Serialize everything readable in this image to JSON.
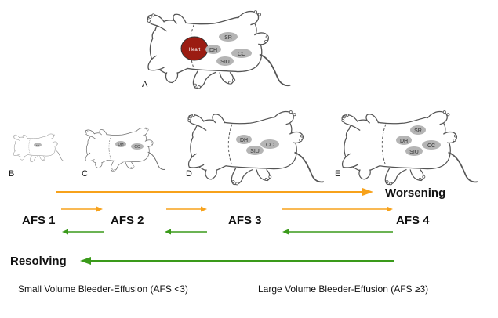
{
  "panels": {
    "a": {
      "letter": "A",
      "regions": {
        "heart": "Heart",
        "sr": "SR",
        "dh": "DH",
        "cc": "CC",
        "siu": "SIU"
      }
    },
    "b": {
      "letter": "B",
      "regions": {
        "sr": "SR"
      }
    },
    "c": {
      "letter": "C",
      "regions": {
        "dh": "DH",
        "cc": "CC"
      }
    },
    "d": {
      "letter": "D",
      "regions": {
        "dh": "DH",
        "cc": "CC",
        "siu": "SIU"
      }
    },
    "e": {
      "letter": "E",
      "regions": {
        "sr": "SR",
        "dh": "DH",
        "cc": "CC",
        "siu": "SIU"
      }
    }
  },
  "progression": {
    "worsening": "Worsening",
    "resolving": "Resolving",
    "stages": [
      "AFS 1",
      "AFS 2",
      "AFS 3",
      "AFS 4"
    ]
  },
  "captions": {
    "small": "Small Volume Bleeder-Effusion (AFS <3)",
    "large": "Large Volume Bleeder-Effusion (AFS ≥3)"
  },
  "colors": {
    "worsening_arrow": "#f7a21b",
    "resolving_arrow": "#3a9a1a",
    "heart": "#9b1c12",
    "region_fill": "#b5b5b5",
    "outline": "#555555"
  }
}
